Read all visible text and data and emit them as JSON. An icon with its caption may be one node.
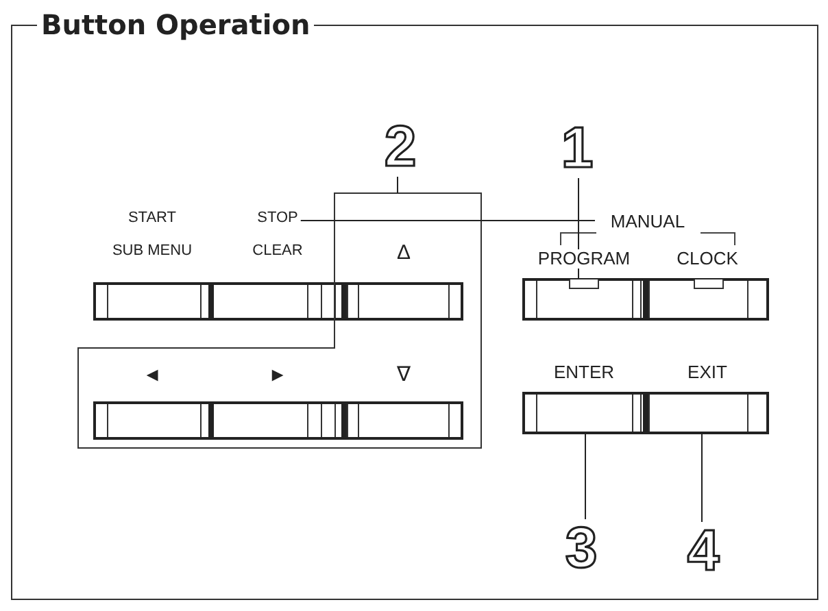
{
  "diagram": {
    "nodes": [
      {
        "text": [
          "Button Operation"
        ]
      },
      {
        "text": [
          "START",
          "SUB MENU"
        ],
        "in": 0
      },
      {
        "text": [
          "STOP",
          "CLEAR"
        ],
        "in": 0
      },
      {
        "text": [],
        "shape": "box",
        "in": 0
      },
      {
        "text": [
          "Δ"
        ],
        "in": 3
      },
      {
        "text": [
          "◄"
        ],
        "in": 3
      },
      {
        "text": [
          "►"
        ],
        "in": 3
      },
      {
        "text": [
          "∇"
        ],
        "in": 3
      },
      {
        "text": [
          "MANUAL"
        ],
        "in": 0
      },
      {
        "text": [
          "PROGRAM"
        ],
        "in": 0
      },
      {
        "text": [
          "CLOCK"
        ],
        "in": 0
      },
      {
        "text": [
          "ENTER"
        ],
        "in": 0
      },
      {
        "text": [
          "EXIT"
        ],
        "in": 0
      },
      {
        "text": [
          "1"
        ],
        "in": 0
      },
      {
        "text": [
          "2"
        ],
        "in": 0
      },
      {
        "text": [
          "3"
        ],
        "in": 0
      },
      {
        "text": [
          "4"
        ],
        "in": 0
      }
    ],
    "edges": [
      {
        "from": 13,
        "to": 9,
        "arrow": "none"
      },
      {
        "from": 14,
        "to": 3,
        "arrow": "none"
      },
      {
        "from": 15,
        "to": 11,
        "arrow": "none"
      },
      {
        "from": 16,
        "to": 12,
        "arrow": "none"
      },
      {
        "from": 2,
        "to": 8,
        "arrow": "none"
      }
    ]
  }
}
